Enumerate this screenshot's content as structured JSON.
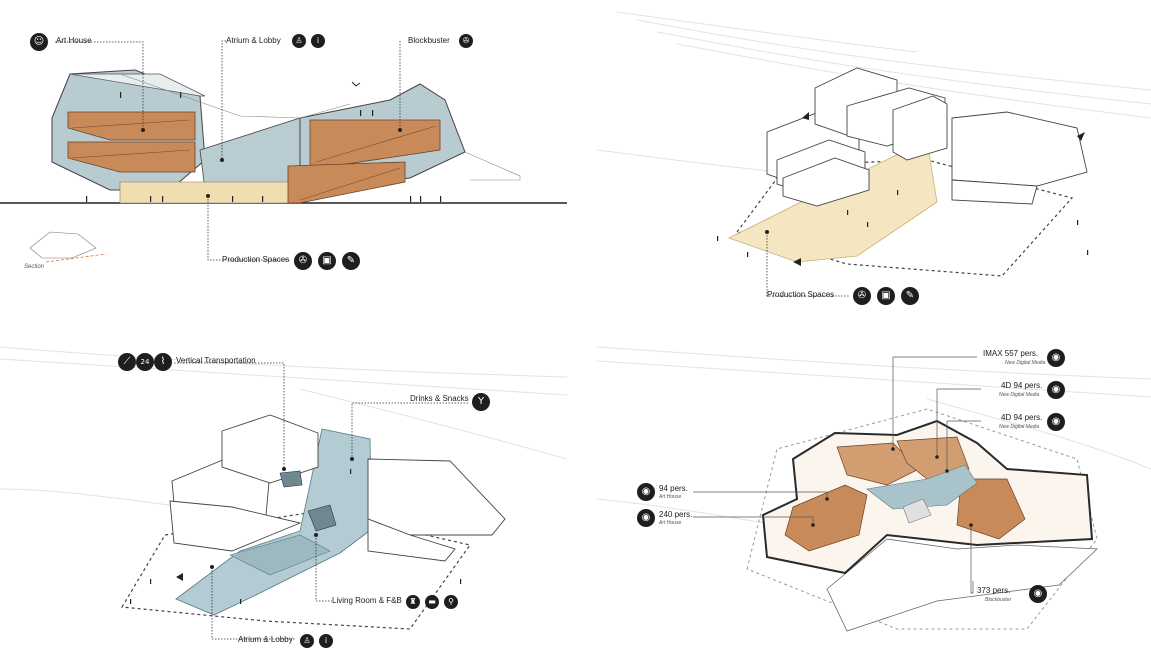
{
  "panel_section": {
    "art_house": "Art House",
    "atrium_lobby": "Atrium & Lobby",
    "blockbuster": "Blockbuster",
    "production_spaces": "Production Spaces",
    "section_label": "Section"
  },
  "panel_axon_production": {
    "production_spaces": "Production Spaces"
  },
  "panel_circulation": {
    "vertical_transportation": "Vertical Transportation",
    "drinks_snacks": "Drinks & Snacks",
    "living_room": "Living Room & F&B",
    "atrium_lobby": "Atrium & Lobby",
    "icon_24_text": "24"
  },
  "panel_theaters": {
    "imax": "IMAX 557 pers.",
    "imax_sub": "New Digital Media",
    "d4_a": "4D 94 pers.",
    "d4_a_sub": "New Digital Media",
    "d4_b": "4D 94 pers.",
    "d4_b_sub": "New Digital Media",
    "p94": "94 pers.",
    "p94_sub": "Art House",
    "p240": "240 pers.",
    "p240_sub": "Art House",
    "p373": "373 pers.",
    "p373_sub": "Blockbuster"
  },
  "colors": {
    "copper": "#c98a5a",
    "glass": "#a9c3cb",
    "sand": "#f3e6c0",
    "icon": "#1e1e1e"
  },
  "icons": {
    "art_house": "theater-mask-icon",
    "atrium_1": "people-icon",
    "atrium_2": "info-icon",
    "blockbuster": "film-camera-icon",
    "prod_1": "film-camera-icon",
    "prod_2": "workstation-icon",
    "prod_3": "edit-icon",
    "vt_1": "escalator-icon",
    "vt_2": "elevator-icon",
    "vt_3": "stairs-icon",
    "drinks": "cocktail-icon",
    "living_1": "lounge-chair-icon",
    "living_2": "food-icon",
    "living_3": "shop-icon",
    "cinema": "film-reel-icon"
  }
}
